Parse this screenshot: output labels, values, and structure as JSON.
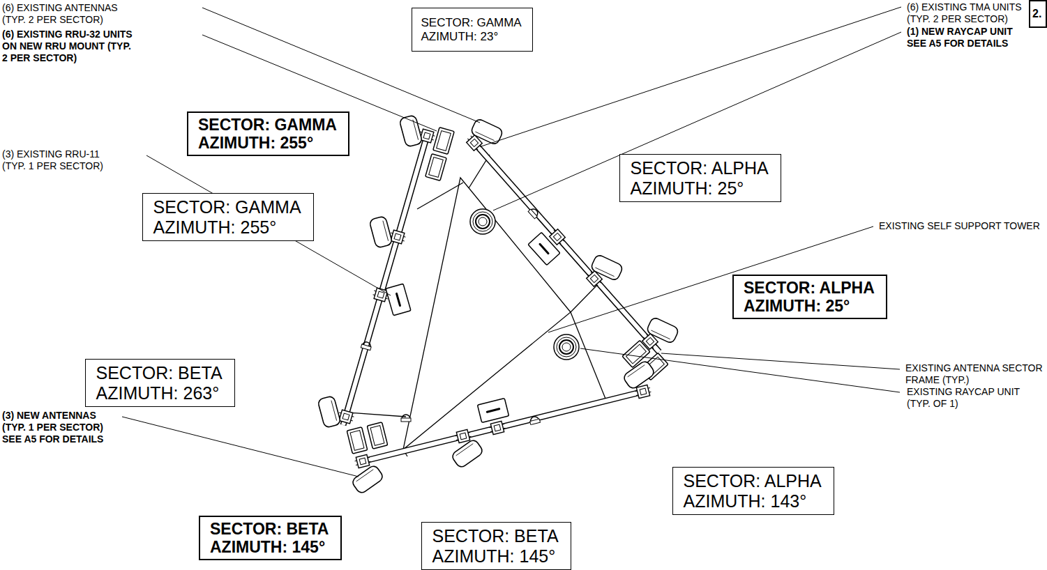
{
  "diagram": {
    "nodes": [
      {
        "text": [
          "SECTOR: GAMMA AZIMUTH: 23°"
        ]
      },
      {
        "text": [
          "2."
        ]
      },
      {
        "text": [
          "SECTOR: GAMMA AZIMUTH: 255°"
        ]
      },
      {
        "text": [
          "SECTOR: ALPHA AZIMUTH: 25°"
        ]
      },
      {
        "text": [
          "SECTOR: GAMMA AZIMUTH: 255°"
        ]
      },
      {
        "text": [
          "SECTOR: ALPHA AZIMUTH: 25°"
        ]
      },
      {
        "text": [
          "SECTOR: BETA AZIMUTH: 263°"
        ]
      },
      {
        "text": [
          "SECTOR: ALPHA AZIMUTH: 143°"
        ]
      },
      {
        "text": [
          "SECTOR: BETA AZIMUTH: 145°"
        ]
      },
      {
        "text": [
          "SECTOR: BETA AZIMUTH: 145°"
        ]
      }
    ],
    "labels": [
      "(6) EXISTING ANTENNAS (TYP. 2 PER SECTOR)",
      "(6) EXISTING RRU-32 UNITS ON NEW RRU MOUNT (TYP. 2 PER SECTOR)",
      "(6) EXISTING TMA UNITS (TYP. 2 PER SECTOR)",
      "(1) NEW RAYCAP UNIT SEE A5 FOR DETAILS",
      "(3) EXISTING RRU-11 (TYP. 1 PER SECTOR)",
      "EXISTING SELF SUPPORT TOWER",
      "EXISTING ANTENNA SECTOR FRAME (TYP.)",
      "EXISTING RAYCAP UNIT (TYP. OF 1)",
      "(3) NEW ANTENNAS (TYP. 1 PER SECTOR) SEE A5 FOR DETAILS"
    ]
  }
}
